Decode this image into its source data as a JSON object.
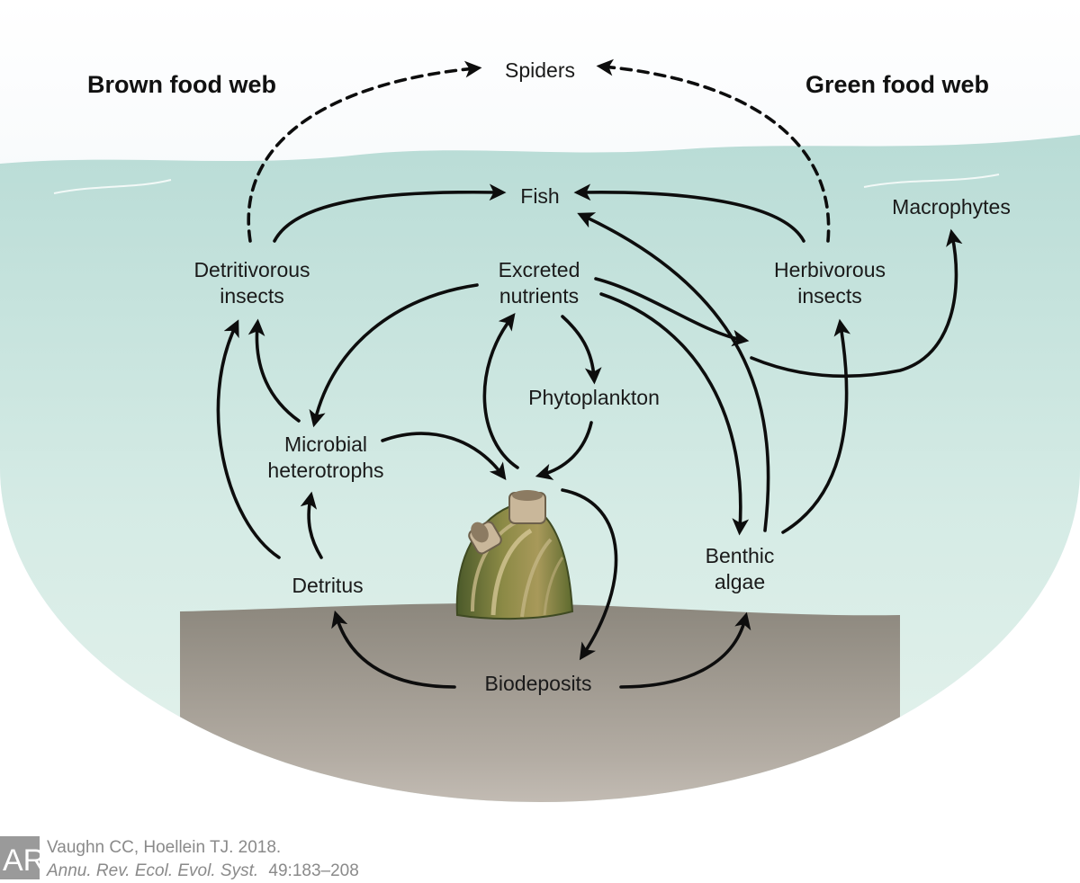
{
  "headings": {
    "brown": "Brown food web",
    "green": "Green food web"
  },
  "nodes": {
    "spiders": "Spiders",
    "fish": "Fish",
    "macrophytes": "Macrophytes",
    "detritivorous_1": "Detritivorous",
    "detritivorous_2": "insects",
    "excreted_1": "Excreted",
    "excreted_2": "nutrients",
    "herbivorous_1": "Herbivorous",
    "herbivorous_2": "insects",
    "phytoplankton": "Phytoplankton",
    "microbial_1": "Microbial",
    "microbial_2": "heterotrophs",
    "detritus": "Detritus",
    "benthic_1": "Benthic",
    "benthic_2": "algae",
    "biodeposits": "Biodeposits"
  },
  "credit": {
    "logo": "AR",
    "line1": "Vaughn CC, Hoellein TJ. 2018.",
    "journal": "Annu. Rev. Ecol. Evol. Syst.",
    "pages": "49:183–208"
  },
  "colors": {
    "sky_top": "#dfe8ee",
    "water": "#cfe6e2",
    "water_deep": "#e3f0ec",
    "sediment": "#8f8a7f",
    "sediment_bottom": "#d9d2cb",
    "arrow": "#0d0d0d",
    "mussel": "#6f7a3a"
  }
}
